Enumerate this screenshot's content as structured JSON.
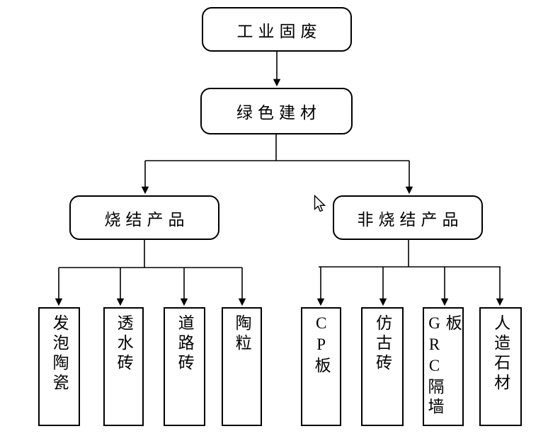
{
  "page": {
    "background_color": "#ffffff"
  },
  "colors": {
    "line": "#000000",
    "box_border": "#000000",
    "box_fill": "#ffffff"
  },
  "icons": {
    "cursor": "arrow-pointer-icon"
  },
  "diagram": {
    "type": "flowchart-tree",
    "nodes": {
      "root": {
        "label": "工业固废"
      },
      "material": {
        "label": "绿色建材"
      },
      "sintered": {
        "label": "烧结产品"
      },
      "non_sintered": {
        "label": "非烧结产品"
      }
    },
    "leaves": [
      {
        "label": "发泡陶瓷",
        "parent": "烧结产品"
      },
      {
        "label": "透水砖",
        "parent": "烧结产品"
      },
      {
        "label": "道路砖",
        "parent": "烧结产品"
      },
      {
        "label": "陶粒",
        "parent": "烧结产品"
      },
      {
        "label": "CP板",
        "parent": "非烧结产品"
      },
      {
        "label": "仿古砖",
        "parent": "非烧结产品"
      },
      {
        "label": "GRC隔墙板",
        "parent": "非烧结产品"
      },
      {
        "label": "人造石材",
        "parent": "非烧结产品"
      }
    ]
  }
}
